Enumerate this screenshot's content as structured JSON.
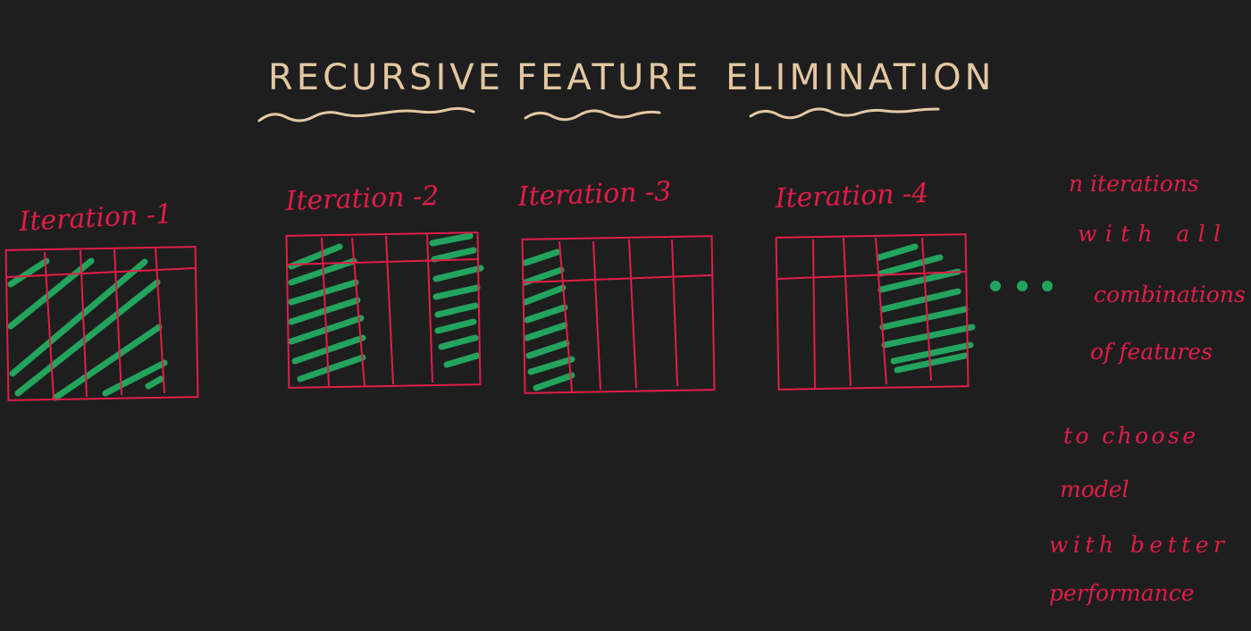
{
  "title": {
    "word1": "RECURSIVE",
    "word2": "FEATURE",
    "word3": "ELIMINATION"
  },
  "iterations": [
    {
      "label": "Iteration -1"
    },
    {
      "label": "Iteration -2"
    },
    {
      "label": "Iteration -3"
    },
    {
      "label": "Iteration -4"
    }
  ],
  "continuation": "...",
  "note": {
    "line1": "n iterations",
    "line2": "with all",
    "line3": "combinations",
    "line4": "of features",
    "line5": "to choose",
    "line6": "model",
    "line7": "with better",
    "line8": "performance"
  },
  "colors": {
    "background": "#1e1e1e",
    "title": "#e3c7a0",
    "grid": "#e11d48",
    "selected_feature": "#22a45d"
  }
}
